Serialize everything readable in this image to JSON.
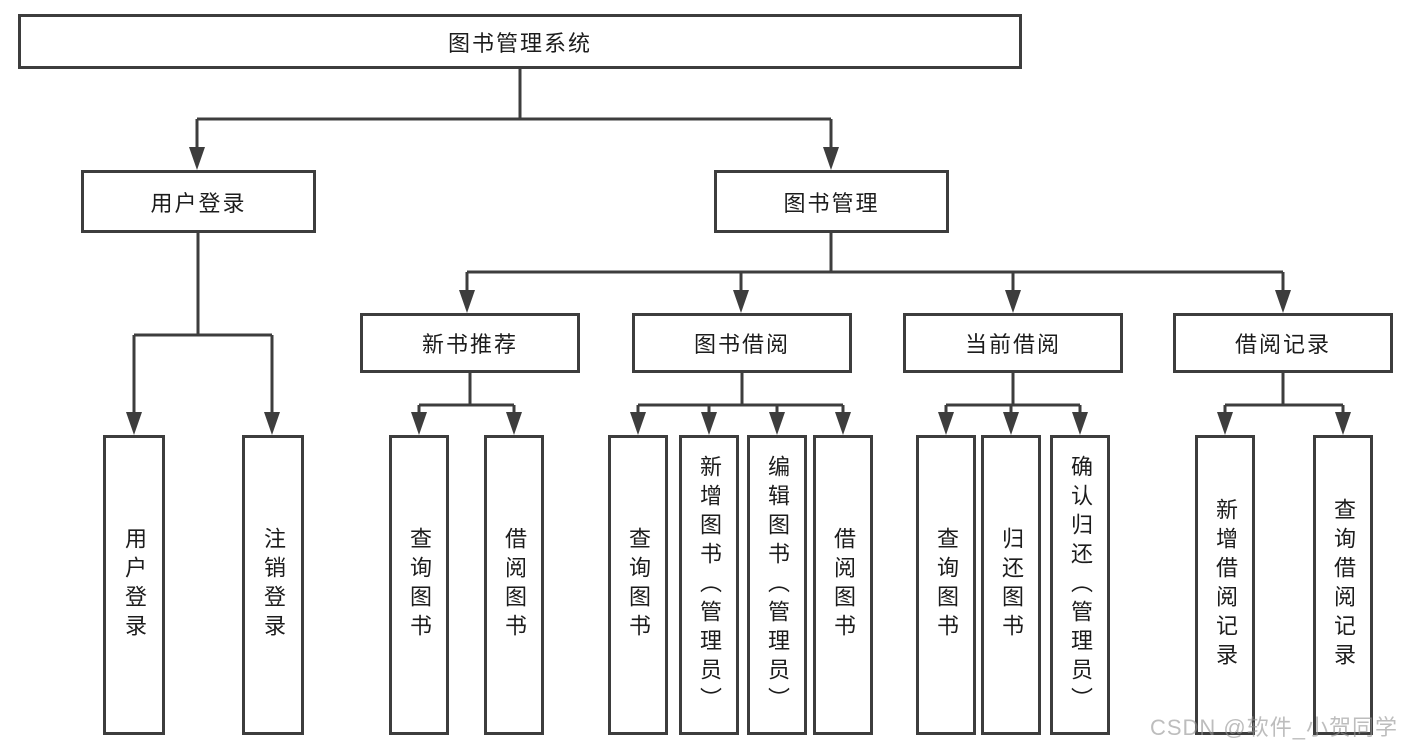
{
  "diagram": {
    "title": "图书管理系统",
    "branches": [
      {
        "label": "用户登录",
        "leaves": [
          "用户登录",
          "注销登录"
        ]
      },
      {
        "label": "图书管理",
        "groups": [
          {
            "label": "新书推荐",
            "leaves": [
              "查询图书",
              "借阅图书"
            ]
          },
          {
            "label": "图书借阅",
            "leaves": [
              "查询图书",
              "新增图书（管理员）",
              "编辑图书（管理员）",
              "借阅图书"
            ]
          },
          {
            "label": "当前借阅",
            "leaves": [
              "查询图书",
              "归还图书",
              "确认归还（管理员）"
            ]
          },
          {
            "label": "借阅记录",
            "leaves": [
              "新增借阅记录",
              "查询借阅记录"
            ]
          }
        ]
      }
    ]
  },
  "colors": {
    "line": "#3d3d3d",
    "text": "#1c1c1c",
    "background": "#ffffff",
    "watermark": "#949494"
  },
  "watermark": "CSDN @软件_小贺同学"
}
